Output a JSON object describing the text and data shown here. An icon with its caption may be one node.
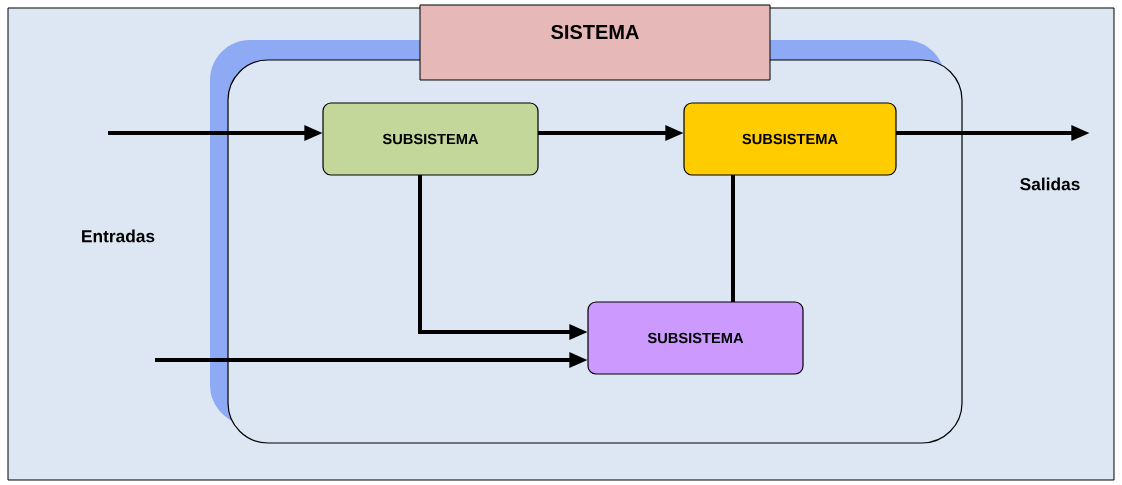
{
  "diagram": {
    "nodes": [
      {
        "text": [
          "SISTEMA"
        ]
      },
      {
        "text": [
          "SUBSISTEMA"
        ],
        "in": 0
      },
      {
        "text": [
          "SUBSISTEMA"
        ],
        "in": 0
      },
      {
        "text": [
          "SUBSISTEMA"
        ],
        "in": 0
      }
    ],
    "edges": [
      {
        "from": null,
        "to": 1,
        "arrow": "to"
      },
      {
        "from": 1,
        "to": 2,
        "arrow": "to"
      },
      {
        "from": 2,
        "to": null,
        "arrow": "to"
      },
      {
        "from": 1,
        "to": 3,
        "arrow": "to"
      },
      {
        "from": 2,
        "to": 3,
        "arrow": "none"
      },
      {
        "from": null,
        "to": 3,
        "arrow": "to"
      }
    ],
    "labels": [
      "Entradas",
      "Salidas"
    ]
  }
}
